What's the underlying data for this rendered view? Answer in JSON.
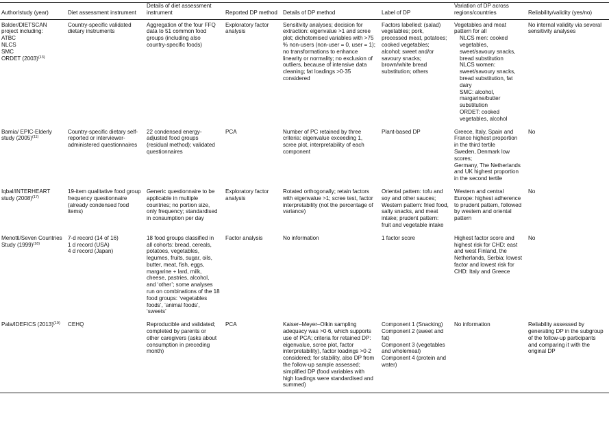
{
  "headers": [
    "Author/study (year)",
    "Diet assessment instrument",
    "Details of diet assessment instrument",
    "Reported DP method",
    "Details of DP method",
    "Label of DP",
    "Variation of DP across regions/countries",
    "Reliability/validity (yes/no)"
  ],
  "rows": [
    {
      "author": [
        "Balder/DIETSCAN project including:",
        "ATBC",
        "NLCS",
        "SMC",
        "ORDET (2003)"
      ],
      "author_ref": "(13)",
      "instrument": "Country-specific validated dietary instruments",
      "instrument_details": "Aggregation of the four FFQ data to 51 common food groups (including also country-specific foods)",
      "method": "Exploratory factor analysis",
      "method_details": "Sensitivity analyses; decision for extraction: eigenvalue >1 and scree plot; dichotomised variables with >75 % non-users (non-user = 0, user = 1); no transformations to enhance linearity or normality; no exclusion of outliers, because of intensive data cleaning; fat loadings >0·35 considered",
      "label": "Factors labelled: (salad) vegetables; pork, processed meat, potatoes; cooked vegetables; alcohol; sweet and/or savoury snacks; brown/white bread substitution; others",
      "variation": [
        "Vegetables and meat pattern for all",
        "NLCS men: cooked vegetables, sweet/savoury snacks, bread substitution",
        "NLCS women: sweet/savoury snacks, bread substitution, fat dairy",
        "SMC: alcohol, margarine/butter substitution",
        "ORDET: cooked vegetables, alcohol"
      ],
      "reliability": "No internal validity via several sensitivity analyses"
    },
    {
      "author": [
        "Bamia/ EPIC-Elderly study (2005)"
      ],
      "author_ref": "(11)",
      "instrument": "Country-specific dietary self-reported or interviewer-administered questionnaires",
      "instrument_details": "22 condensed energy-adjusted food groups (residual method); validated questionnaires",
      "method": "PCA",
      "method_details": "Number of PC retained by three criteria: eigenvalue exceeding 1, scree plot, interpretability of each component",
      "label": "Plant-based DP",
      "variation": [
        "Greece, Italy, Spain and France highest proportion in the third tertile",
        "Sweden, Denmark low scores;",
        "Germany, The Netherlands and UK highest proportion in the second tertile"
      ],
      "reliability": "No"
    },
    {
      "author": [
        "Iqbal/INTERHEART study (2008)"
      ],
      "author_ref": "(17)",
      "instrument": "19-item qualitative food group frequency questionnaire (already condensed food items)",
      "instrument_details": "Generic questionnaire to be applicable in multiple countries; no portion size, only frequency; standardised in consumption per day",
      "method": "Exploratory factor analysis",
      "method_details": "Rotated orthogonally; retain factors with eigenvalue >1; scree test, factor interpretability (not the percentage of variance)",
      "label": "Oriental pattern: tofu and soy and other sauces; Western pattern: fried food, salty snacks, and meat intake; prudent pattern: fruit and vegetable intake",
      "variation": [
        "Western and central Europe: highest adherence to prudent pattern, followed by western and oriental pattern"
      ],
      "reliability": "No"
    },
    {
      "author": [
        "Menotti/Seven Countries Study (1999)"
      ],
      "author_ref": "(18)",
      "instrument_lines": [
        "7-d record (14 of 16)",
        "1 d record (USA)",
        "4 d record (Japan)"
      ],
      "instrument": "",
      "instrument_details": "18 food groups classified in all cohorts: bread, cereals, potatoes, vegetables, legumes, fruits, sugar, oils, butter, meat, fish, eggs, margarine + lard, milk, cheese, pastries, alcohol, and ‘other’; some analyses run on combinations of the 18 food groups: ‘vegetables foods’, ‘animal foods’, ‘sweets’",
      "method": "Factor analysis",
      "method_details": "No information",
      "label": "1 factor score",
      "variation": [
        "Highest factor score and highest risk for CHD: east and west Finland, the Netherlands, Serbia; lowest factor and lowest risk for CHD: Italy and Greece"
      ],
      "reliability": "No"
    },
    {
      "author": [
        "Pala/IDEFICS (2013)"
      ],
      "author_ref": "(19)",
      "instrument": "CEHQ",
      "instrument_details": "Reproducible and validated; completed by parents or other caregivers (asks about consumption in preceding month)",
      "method": "PCA",
      "method_details": "Kaiser–Meyer–Olkin sampling adequacy was >0·6, which supports use of PCA; criteria for retained DP: eigenvalue, scree plot, factor interpretability), factor loadings >0·2 considered; for stability, also DP from the follow-up sample assessed; simplified DP (food variables with high loadings were standardised and summed)",
      "label_lines": [
        "Component 1 (Snacking)",
        "Component 2 (sweet and fat)",
        "Component 3 (vegetables and wholemeal)",
        "Component 4 (protein and water)"
      ],
      "label": "",
      "variation": [
        "No information"
      ],
      "reliability": "Reliability assessed by generating DP in the subgroup of the follow-up participants and comparing it with the original DP"
    }
  ]
}
